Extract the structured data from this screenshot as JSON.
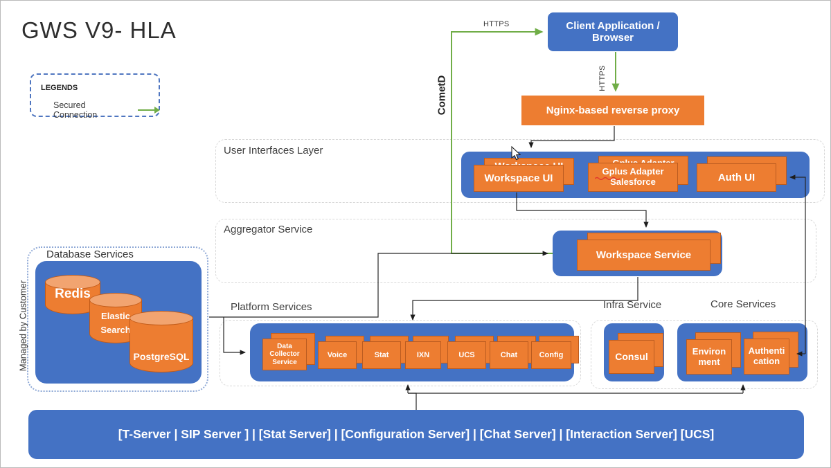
{
  "title": "GWS V9- HLA",
  "legend": {
    "heading": "LEGENDS",
    "secured": "Secured Connection"
  },
  "edge_labels": {
    "https_client": "HTTPS",
    "https_proxy": "HTTPS",
    "cometd": "CometD"
  },
  "nodes": {
    "client": "Client Application /\nBrowser",
    "proxy": "Nginx-based reverse proxy"
  },
  "ui_layer": {
    "label": "User Interfaces Layer",
    "cards": [
      "Workspace UI",
      "Gplus Adapter\nSalesforce",
      "Auth UI"
    ]
  },
  "aggregator": {
    "label": "Aggregator Service",
    "card": "Workspace Service"
  },
  "platform": {
    "label": "Platform Services",
    "cards": [
      "Data\nCollector\nService",
      "Voice",
      "Stat",
      "IXN",
      "UCS",
      "Chat",
      "Config"
    ]
  },
  "infra": {
    "label": "Infra Service",
    "card": "Consul"
  },
  "core": {
    "label": "Core Services",
    "cards": [
      "Environ\nment",
      "Authenti\ncation"
    ]
  },
  "database": {
    "label": "Database Services",
    "side_label": "Managed by Customer",
    "cylinders": [
      "Redis",
      "Elastic\nSearch",
      "PostgreSQL"
    ]
  },
  "bottom_bar": "[T-Server | SIP Server ] | [Stat Server] | [Configuration Server] | [Chat Server] | [Interaction Server] [UCS]",
  "colors": {
    "blue": "#4472C4",
    "orange": "#ED7D31",
    "green": "#70AD47"
  }
}
